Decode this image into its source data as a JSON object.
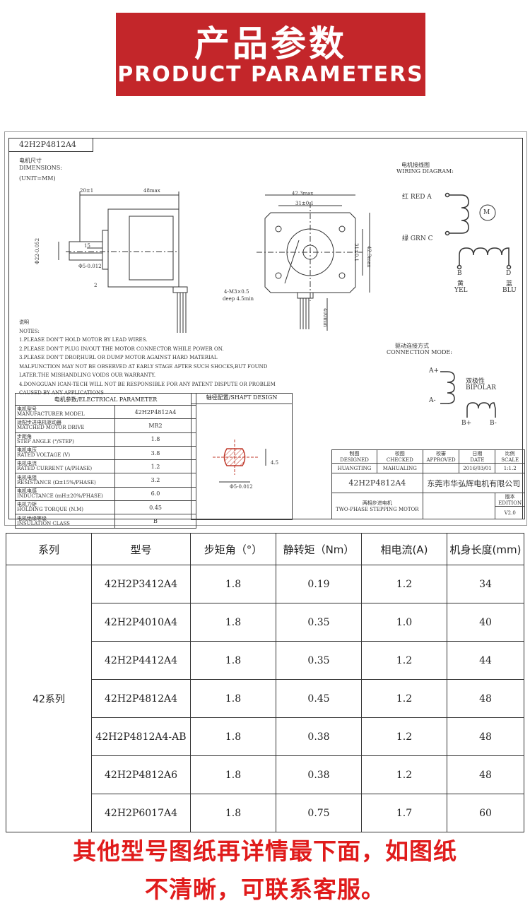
{
  "banner": {
    "title_zh": "产品参数",
    "title_en": "PRODUCT PARAMETERS"
  },
  "drawing": {
    "model": "42H2P4812A4",
    "dimensions_label_zh": "电机尺寸",
    "dimensions_label_en": "DIMENSIONS:",
    "unit": "(UNIT=MM)",
    "dims": {
      "shaft_len": "20±1",
      "body_len": "48max",
      "flat_len": "15",
      "shaft_dia": "Φ22-0.052",
      "flat_dia": "Φ5-0.012",
      "flange": "2",
      "width": "42.3max",
      "hole_pitch": "31±0.1",
      "hole_pitch_v": "31±0.1",
      "height": "42.3max",
      "screw": "4-M3×0.5",
      "depth": "deep 4.5min",
      "lead_len": "400min"
    },
    "wiring": {
      "title_zh": "电机接线图",
      "title_en": "WIRING DIAGRAM:",
      "red": "红  RED  A",
      "grn": "绿  GRN  C",
      "motor": "M",
      "b_label": "B",
      "b_zh": "黄",
      "b_en": "YEL",
      "d_label": "D",
      "d_zh": "蓝",
      "d_en": "BLU"
    },
    "connection": {
      "title_zh": "驱动连接方式",
      "title_en": "CONNECTION MODE:",
      "a_plus": "A+",
      "a_minus": "A-",
      "bipolar_zh": "双极性",
      "bipolar_en": "BIPOLAR",
      "b_plus": "B+",
      "b_minus": "B-"
    },
    "notes": {
      "title_zh": "说明",
      "title_en": "NOTES:",
      "items": [
        "1.PLEASE DON'T HOLD MOTOR BY LEAD WIRES.",
        "2.PLEASE DON'T PLUG IN/OUT THE MOTOR CONNECTOR WHILE POWER ON.",
        "3.PLEASE DON'T DROP,HURL OR DUMP MOTOR AGAINST HARD MATERIAL",
        "  MALFUNCTION MAY NOT BE OBSERVED AT EARLY STAGE AFTER SUCH SHOCKS,BUT FOUND",
        "  LATER.THE MISHANDLING VOIDS OUR WARRANTY.",
        "4.DONGGUAN ICAN-TECH WILL NOT BE RESPONSIBLE FOR ANY PATENT DISPUTE OR PROBLEM",
        "  CAUSED BY ANY APPLICATIONS"
      ]
    },
    "electrical": {
      "title": "电机参数/ELECTRICAL PARAMETER",
      "rows": [
        {
          "zh": "电机型号",
          "en": "MANUFACTURER MODEL",
          "value": "42H2P4812A4"
        },
        {
          "zh": "适配步进电机驱动器",
          "en": "MATCHED MOTOR DRIVE",
          "value": "MR2"
        },
        {
          "zh": "步距角",
          "en": "STEP ANGLE (°/STEP)",
          "value": "1.8"
        },
        {
          "zh": "电机电压",
          "en": "RATED VOLTAGE (V)",
          "value": "3.8"
        },
        {
          "zh": "电机电流",
          "en": "RATED CURRENT (A/PHASE)",
          "value": "1.2"
        },
        {
          "zh": "电机电阻",
          "en": "RESISTANCE (Ω±15%/PHASE)",
          "value": "3.2"
        },
        {
          "zh": "电机电感",
          "en": "INDUCTANCE (mH±20%/PHASE)",
          "value": "6.0"
        },
        {
          "zh": "电机力矩",
          "en": "HOLDING TORQUE (N.M)",
          "value": "0.45"
        },
        {
          "zh": "电机绝缘等级",
          "en": "INSULATION CLASS",
          "value": "B"
        }
      ]
    },
    "shaft": {
      "title": "轴径配置/SHAFT DESIGN",
      "dim_h": "4.5",
      "dim_d": "Φ5-0.012"
    },
    "title_block": {
      "designed_zh": "制图",
      "designed_en": "DESIGNED",
      "checked_zh": "校图",
      "checked_en": "CHECKED",
      "approved_zh": "校審",
      "approved_en": "APPROVED",
      "date_zh": "日期",
      "date_en": "DATE",
      "scale_zh": "比例",
      "scale_en": "SCALE",
      "designer": "HUANGTING",
      "checker": "MAHUALING",
      "date": "2016/03/01",
      "scale": "1:1.2",
      "model": "42H2P4812A4",
      "company": "东莞市华弘辉电机有限公司",
      "type_zh": "两相步进电机",
      "type_en": "TWO-PHASE STEPPING MOTOR",
      "edition_zh": "版本",
      "edition_en": "EDITION",
      "edition": "V2.0"
    }
  },
  "spec_table": {
    "headers": [
      "系列",
      "型号",
      "步矩角（°）",
      "静转矩（Nm）",
      "相电流(A)",
      "机身长度(mm)"
    ],
    "series": "42系列",
    "rows": [
      [
        "42H2P3412A4",
        "1.8",
        "0.19",
        "1.2",
        "34"
      ],
      [
        "42H2P4010A4",
        "1.8",
        "0.35",
        "1.0",
        "40"
      ],
      [
        "42H2P4412A4",
        "1.8",
        "0.35",
        "1.2",
        "44"
      ],
      [
        "42H2P4812A4",
        "1.8",
        "0.45",
        "1.2",
        "48"
      ],
      [
        "42H2P4812A4-AB",
        "1.8",
        "0.38",
        "1.2",
        "48"
      ],
      [
        "42H2P4812A6",
        "1.8",
        "0.38",
        "1.2",
        "48"
      ],
      [
        "42H2P6017A4",
        "1.8",
        "0.75",
        "1.7",
        "60"
      ]
    ]
  },
  "footer": {
    "line1": "其他型号图纸再详情最下面，如图纸",
    "line2": "不清晰，可联系客服。"
  }
}
